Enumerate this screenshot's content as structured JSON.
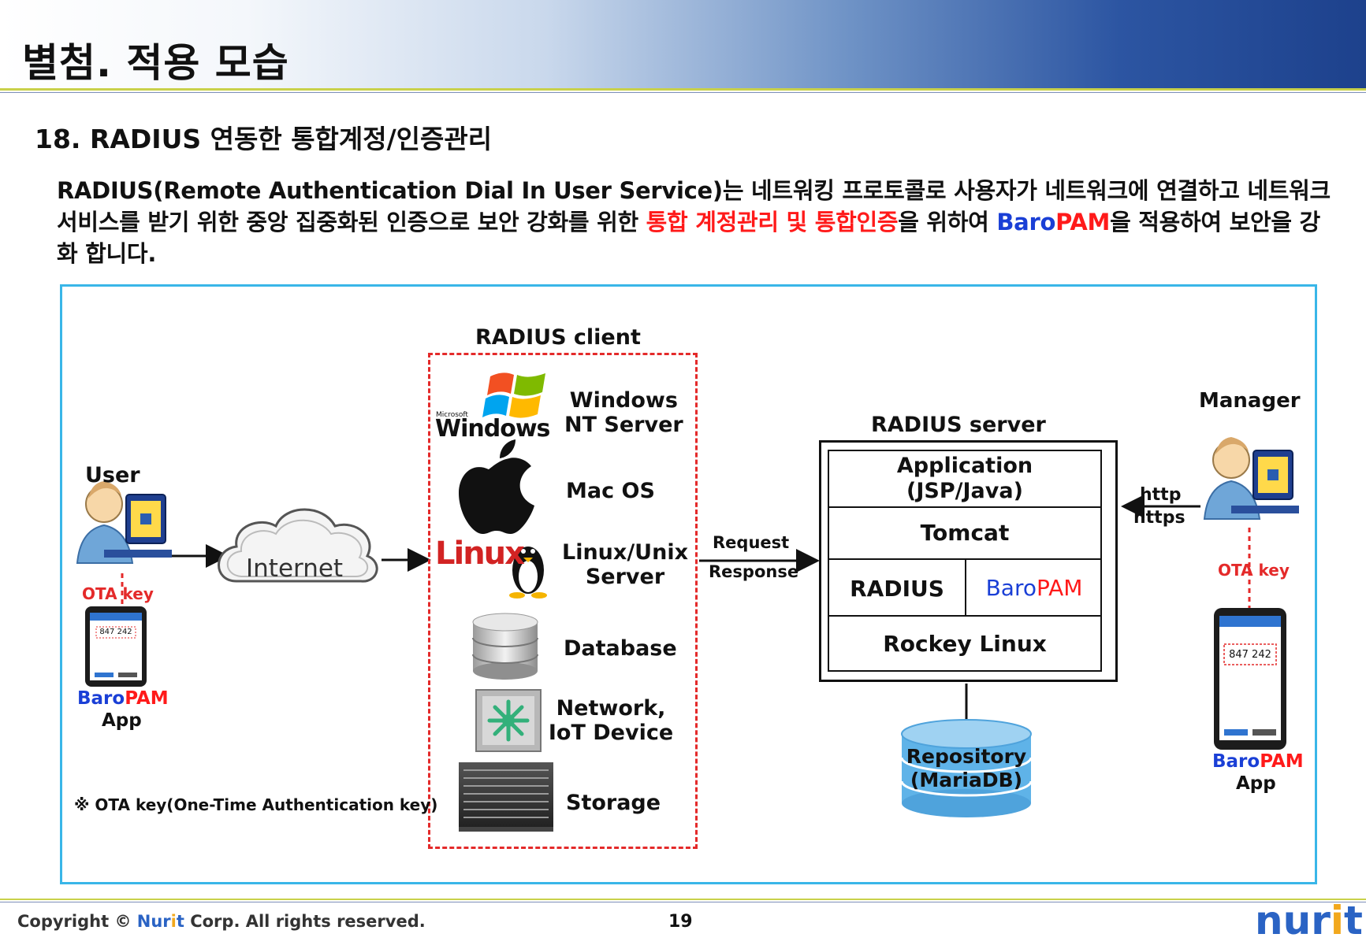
{
  "page_title": "별첨. 적용 모습",
  "section_title": "18. RADIUS 연동한 통합계정/인증관리",
  "description": {
    "part1": "RADIUS(Remote Authentication Dial In User Service)는 네트워킹 프로토콜로 사용자가 네트워크에 연결하고 네트워크 서비스를 받기 위한 중앙 집중화된 인증으로 보안 강화를 위한 ",
    "highlight": "통합 계정관리 및 통합인증",
    "part2": "을 위하여 ",
    "product_baro": "Baro",
    "product_pam": "PAM",
    "part3": "을 적용하여 보안을 강화 합니다."
  },
  "diagram": {
    "user_label": "User",
    "ota_key_left": "OTA key",
    "ota_key_right": "OTA key",
    "app_baro": "Baro",
    "app_pam": "PAM",
    "app_label": "App",
    "otp_code": "847 242",
    "internet_label": "Internet",
    "radius_client_title": "RADIUS client",
    "clients": [
      {
        "line1": "Windows",
        "line2": "NT Server",
        "icon": "windows-logo"
      },
      {
        "line1": "Mac OS",
        "line2": "",
        "icon": "apple-logo"
      },
      {
        "line1": "Linux/Unix",
        "line2": "Server",
        "icon": "linux-logo"
      },
      {
        "line1": "Database",
        "line2": "",
        "icon": "database-icon"
      },
      {
        "line1": "Network,",
        "line2": "IoT Device",
        "icon": "network-switch-icon"
      },
      {
        "line1": "Storage",
        "line2": "",
        "icon": "storage-rack-icon"
      }
    ],
    "windows_logo_small": "Microsoft",
    "windows_logo_big": "Windows",
    "linux_logo_text": "Linux",
    "request_label": "Request",
    "response_label": "Response",
    "radius_server_title": "RADIUS server",
    "server_stack": {
      "application_line1": "Application",
      "application_line2": "(JSP/Java)",
      "tomcat": "Tomcat",
      "radius": "RADIUS",
      "baropam_baro": "Baro",
      "baropam_pam": "PAM",
      "os": "Rockey Linux"
    },
    "repository_line1": "Repository",
    "repository_line2": "(MariaDB)",
    "manager_label": "Manager",
    "http_label": "http",
    "https_label": "https",
    "footnote": "※ OTA key(One-Time Authentication key)"
  },
  "footer": {
    "copyright_prefix": "Copyright © ",
    "brand_nur": "Nur",
    "brand_i": "i",
    "brand_t": "t",
    "copyright_suffix": " Corp. All rights reserved.",
    "page_number": "19",
    "logo_nur": "nur",
    "logo_i": "i",
    "logo_t": "t"
  },
  "colors": {
    "accent_red": "#ff1a1a",
    "accent_blue": "#1a3fd6",
    "frame_border": "#39b6e8",
    "dashed_border": "#e42a2a",
    "repository_fill": "#5fb3e8",
    "logo_blue": "#2a63c4",
    "logo_orange": "#f2a81d"
  }
}
